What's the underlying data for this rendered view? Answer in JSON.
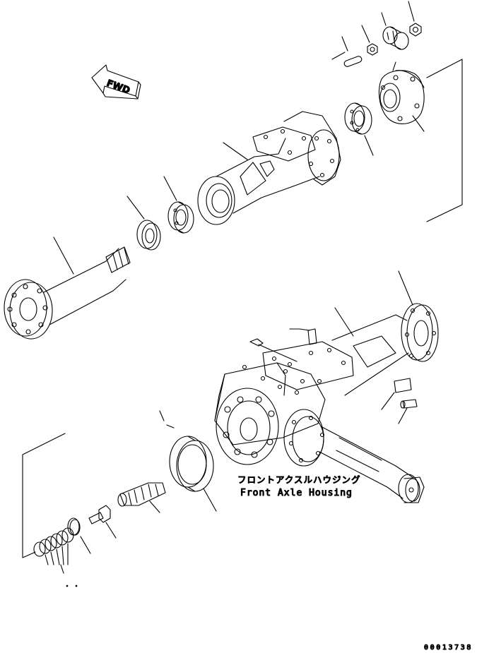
{
  "direction_label": "FWD",
  "caption_jp": "フロントアクスルハウジング",
  "caption_en": "Front Axle Housing",
  "figure_number": "00013738",
  "ink_color": "#000000",
  "background_color": "#ffffff"
}
